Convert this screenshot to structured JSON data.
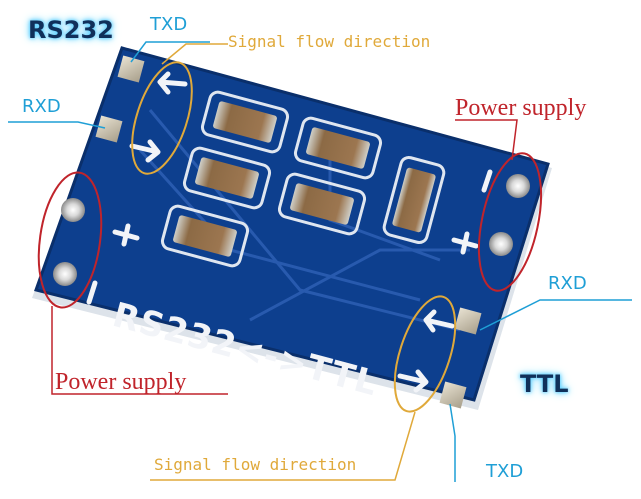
{
  "labels": {
    "rs232_title": "RS232",
    "ttl_title": "TTL",
    "txd_top": "TXD",
    "rxd_left": "RXD",
    "signal_flow_top": "Signal flow direction",
    "power_supply_right": "Power supply",
    "power_supply_left": "Power supply",
    "rxd_right": "RXD",
    "signal_flow_bottom": "Signal flow direction",
    "txd_bottom": "TXD",
    "board_silkscreen": "RS232<->TTL"
  },
  "colors": {
    "board_blue": "#0d3f8e",
    "cyan_label": "#1f9fd6",
    "orange_label": "#e0a93a",
    "red_label": "#c0242b",
    "silkscreen": "#f2f4f8"
  }
}
